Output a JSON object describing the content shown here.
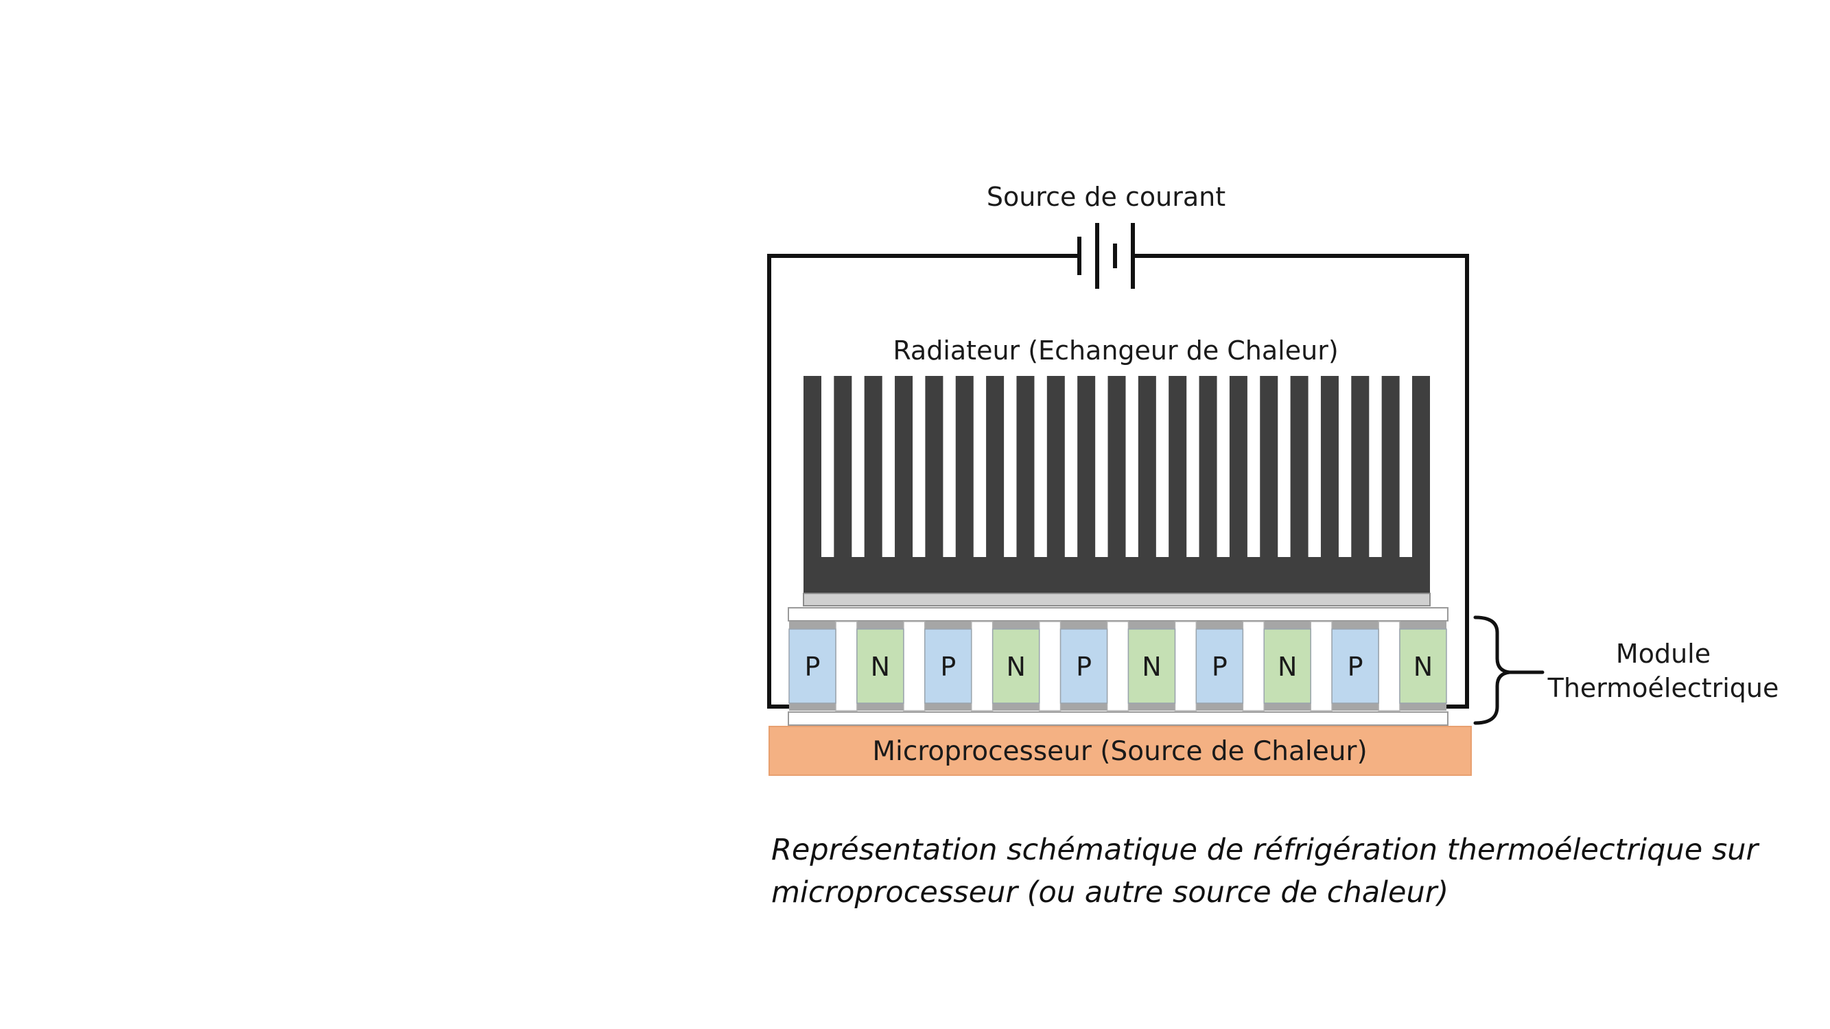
{
  "diagram": {
    "power_source_label": "Source de courant",
    "heatsink_label": "Radiateur (Echangeur de Chaleur)",
    "module_label_line1": "Module",
    "module_label_line2": "Thermoélectrique",
    "heat_source_label": "Microprocesseur (Source de Chaleur)",
    "semiconductor_legs": [
      "P",
      "N",
      "P",
      "N",
      "P",
      "N",
      "P",
      "N",
      "P",
      "N"
    ],
    "heatsink_fin_count": 21,
    "colors": {
      "p_type": "#bdd7ee",
      "n_type": "#c5e0b4",
      "heatsink": "#3f3f3f",
      "heat_source": "#f4b183",
      "wire": "#111111"
    }
  },
  "caption": {
    "line1": "Représentation schématique de réfrigération thermoélectrique sur",
    "line2": "microprocesseur (ou autre source de chaleur)"
  }
}
